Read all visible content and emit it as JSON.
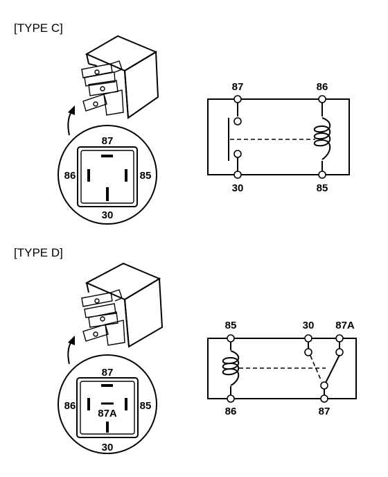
{
  "type_c": {
    "header": "[TYPE C]",
    "socket": {
      "top": "87",
      "left": "86",
      "right": "85",
      "bottom": "30"
    },
    "schematic": {
      "top_left": "87",
      "top_right": "86",
      "bottom_left": "30",
      "bottom_right": "85"
    }
  },
  "type_d": {
    "header": "[TYPE D]",
    "socket": {
      "top": "87",
      "left": "86",
      "right": "85",
      "bottom": "30",
      "center": "87A"
    },
    "schematic": {
      "top_left": "85",
      "top_mid": "30",
      "top_right": "87A",
      "bottom_left": "86",
      "bottom_right": "87"
    }
  }
}
